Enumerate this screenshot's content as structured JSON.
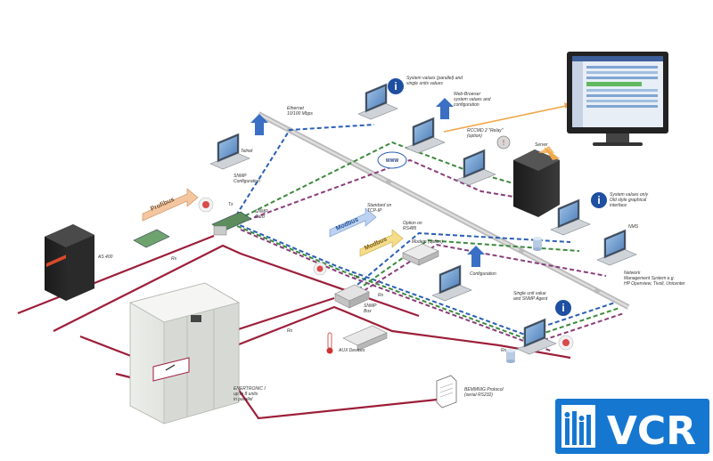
{
  "labels": {
    "ethernet": "Ethernet\n10/100 Mbps",
    "telnet": "Telnet",
    "snmp_config": "SNMP\nConfiguration",
    "system_values": "System values (parallel) and\nsingle units values",
    "web_browser": "Web-Browser\nsystem values and\nconfiguration",
    "rccmd": "RCCMD 2 \"Relay\"\n(option)",
    "server": "Server",
    "www": "WWW",
    "graphical": "System values only\nOld style graphical\ninterface",
    "nms": "NMS",
    "network_mgmt": "Network\nManagement System e.g.\nHP Openview, Tivoli, Unicenter",
    "snmp_card": "SNMP\nCard",
    "tcpip": "Standard on\nTCP-IP",
    "rs485": "Option on\nRS485",
    "modem": "Modem (option)",
    "configuration": "Configuration",
    "single_unit": "Single unit value\nand SNMP Agent",
    "snmp_box": "SNMP\nBox",
    "aux": "AUX Devices",
    "bemmnig": "BEMMNIG Protocol\n(serial RS232)",
    "ups": "ENERTRONIC I\nup to 8 units\nin parallel",
    "as400": "AS 400",
    "tx": "Tx",
    "rx": "Rx",
    "to": "Tx/",
    "profibus": "Profibus",
    "modbus1": "Modbus",
    "modbus2": "Modbus"
  },
  "logo": {
    "text": "VCR",
    "bg_color": "#1677d1",
    "fg_color": "#ffffff"
  },
  "colors": {
    "serial_line": "#9c1f3a",
    "ethernet_bus": "#9a9a9a",
    "dash_blue": "#2b5fb3",
    "dash_green": "#3c8a3c",
    "dash_purple": "#8a3d7a",
    "arrow_blue": "#3a6fc4",
    "arrow_orange": "#f0a84a"
  }
}
